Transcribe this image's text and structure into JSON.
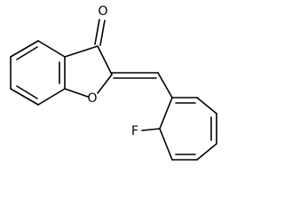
{
  "molecule": {
    "atom_labels": {
      "carbonyl_oxygen": "O",
      "ring_oxygen": "O",
      "fluorine": "F"
    },
    "colors": {
      "bond": "#000000",
      "label": "#000000",
      "background": "#ffffff"
    }
  }
}
